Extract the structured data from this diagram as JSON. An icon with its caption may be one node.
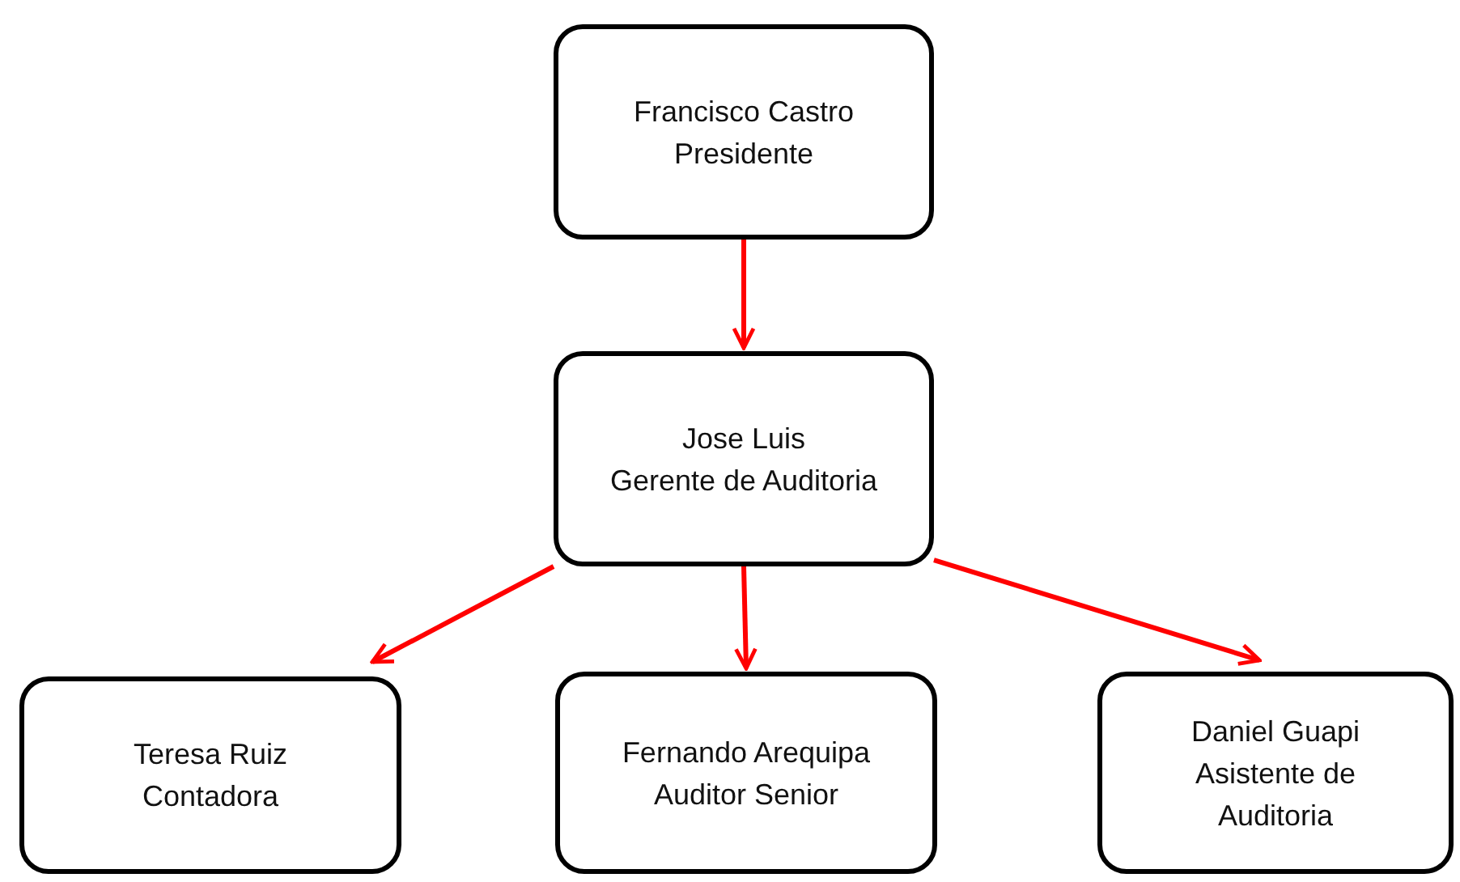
{
  "diagram": {
    "nodes": [
      {
        "text": [
          "Francisco Castro",
          "Presidente"
        ]
      },
      {
        "text": [
          "Jose Luis",
          "Gerente de Auditoria"
        ]
      },
      {
        "text": [
          "Teresa Ruiz",
          "Contadora"
        ]
      },
      {
        "text": [
          "Fernando Arequipa",
          "Auditor Senior"
        ]
      },
      {
        "text": [
          "Daniel Guapi",
          "Asistente de Auditoria"
        ]
      }
    ],
    "edges": [
      {
        "from": 0,
        "to": 1,
        "arrow": "to"
      },
      {
        "from": 1,
        "to": 2,
        "arrow": "to"
      },
      {
        "from": 1,
        "to": 3,
        "arrow": "to"
      },
      {
        "from": 1,
        "to": 4,
        "arrow": "to"
      }
    ]
  }
}
